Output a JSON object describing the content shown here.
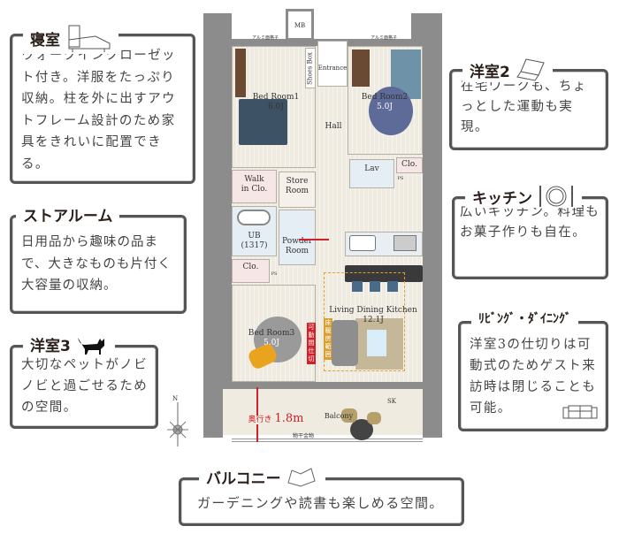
{
  "callouts": {
    "bedroom": {
      "title": "寝室",
      "icon": "bed-icon",
      "text": "ウォークインクローゼット付き。洋服をたっぷり収納。柱を外に出すアウトフレーム設計のため家具をきれいに配置できる。"
    },
    "storeroom": {
      "title": "ストアルーム",
      "text": "日用品から趣味の品まで、大きなものも片付く大容量の収納。"
    },
    "room3": {
      "title": "洋室3",
      "icon": "cat-icon",
      "text": "大切なペットがノビノビと過ごせるための空間。"
    },
    "room2": {
      "title": "洋室2",
      "icon": "laptop-icon",
      "text": "在宅ワークも、ちょっとした運動も実現。"
    },
    "kitchen": {
      "title": "キッチン",
      "icon": "plate-cutlery-icon",
      "text": "広いキッチン。料理もお菓子作りも自在。"
    },
    "living": {
      "title": "ﾘﾋﾞﾝｸﾞ・ﾀﾞｲﾆﾝｸﾞ",
      "icon": "sofa-icon",
      "text": "洋室3の仕切りは可動式のためゲスト来訪時は閉じることも可能。"
    },
    "balcony": {
      "title": "バルコニー",
      "icon": "book-icon",
      "text": "ガーデニングや読書も楽しめる空間。"
    }
  },
  "plan": {
    "mb": "MB",
    "grille_left": "アルミ面格子",
    "grille_right": "アルミ面格子",
    "shoes_box": "Shoes Box",
    "entrance": "Entrance",
    "bedroom1": {
      "name": "Bed Room1",
      "size": "6.0J"
    },
    "bedroom2": {
      "name": "Bed Room2",
      "size": "5.0J"
    },
    "bedroom3": {
      "name": "Bed Room3",
      "size": "5.0J"
    },
    "hall": "Hall",
    "clo_right": "Clo.",
    "lav": "Lav",
    "walk_in": "Walk in Clo.",
    "store_room": "Store Room",
    "ub": "UB (1317)",
    "powder_room": "Powder Room",
    "clo_left": "Clo.",
    "ps": "PS",
    "ps2": "PS",
    "ldk": {
      "name": "Living Dining Kitchen",
      "size": "12.1J"
    },
    "movable_partition": "可動間仕切",
    "floor_heating": "床暖房範囲",
    "balcony": "Balcony",
    "depth_label": "奥行き",
    "depth_value": "1.8m",
    "sk": "SK",
    "drying_rack": "物干金物",
    "north": "N",
    "accent_red": "#d0202a"
  }
}
